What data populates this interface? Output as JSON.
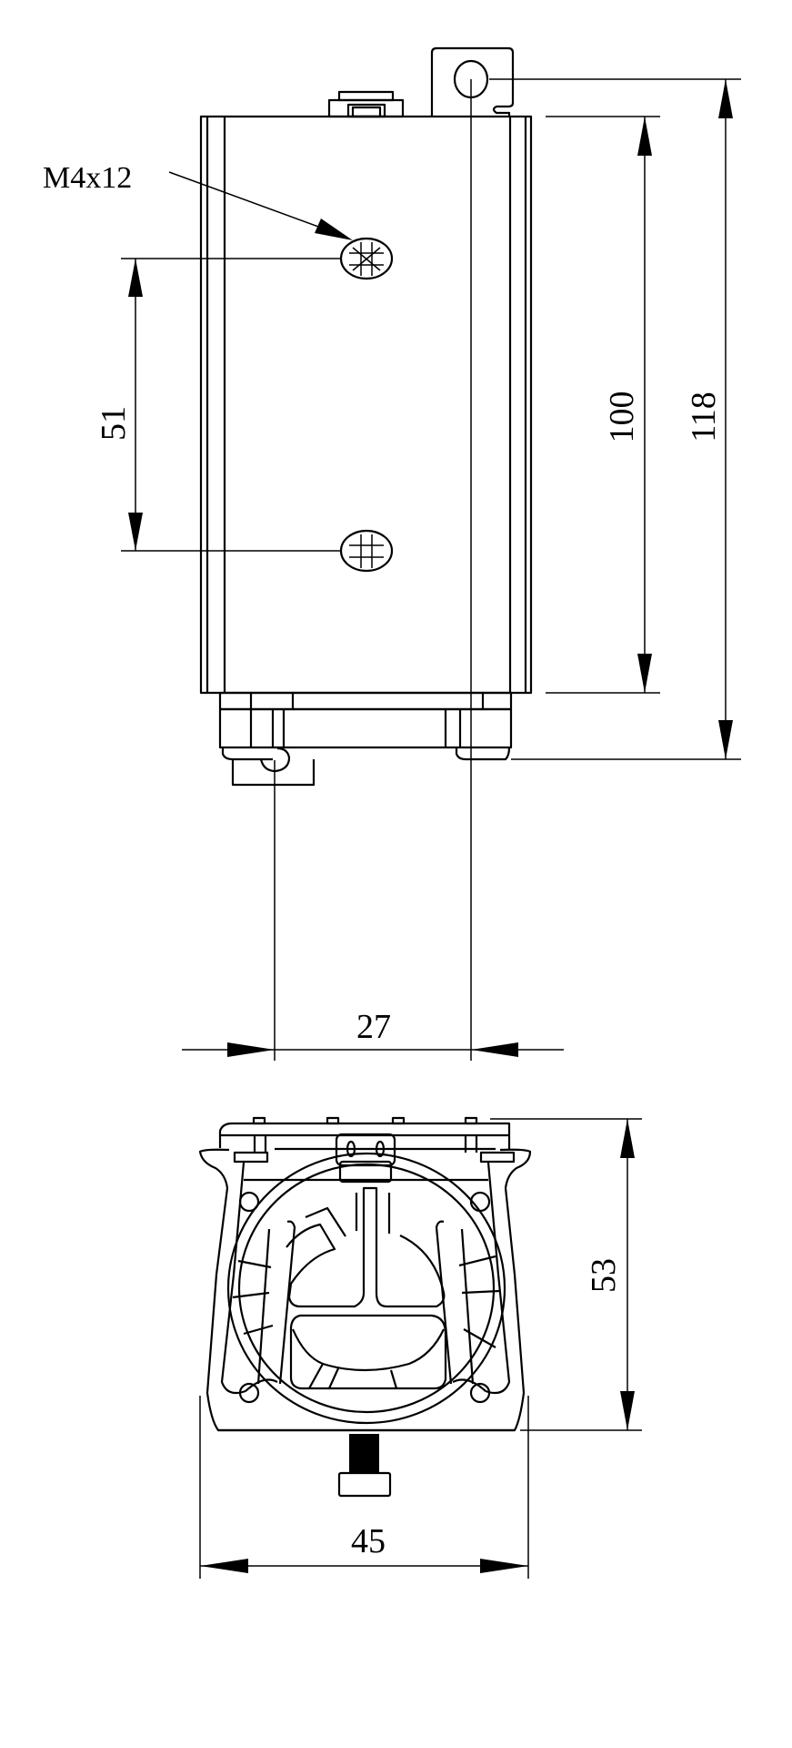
{
  "drawing": {
    "colors": {
      "line": "#000000",
      "background": "#ffffff"
    },
    "side_view": {
      "screw_callout": "M4x12",
      "dimensions": {
        "screw_spacing": "51",
        "body_length": "100",
        "overall_length": "118",
        "hole_offset": "27"
      }
    },
    "front_view": {
      "dimensions": {
        "height": "53",
        "width": "45"
      }
    }
  }
}
